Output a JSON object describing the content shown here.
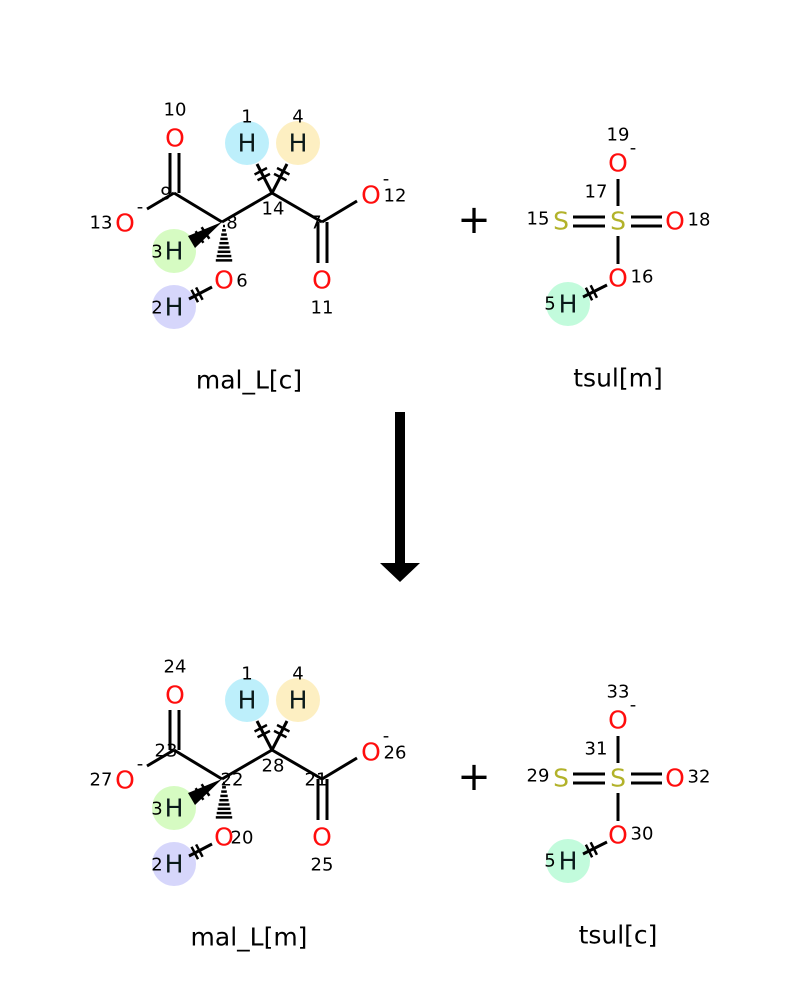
{
  "colors": {
    "oxygen": "#ff0d0d",
    "sulfur": "#b2b22a",
    "hydrogen": "#0a1a1a",
    "h1": "#bdeffb",
    "h4": "#fdefc2",
    "h3": "#d6fbc2",
    "h2": "#d6d6fb",
    "h5": "#c2fbdc"
  },
  "plus": "+",
  "molecules": [
    {
      "type": "mal",
      "name": "mal_L[c]",
      "charge": "-",
      "atoms": {
        "oTop": {
          "sym": "O",
          "num": "10"
        },
        "oLeft": {
          "sym": "O",
          "num": "13"
        },
        "oRight": {
          "sym": "O",
          "num": "12"
        },
        "oBot": {
          "sym": "O",
          "num": "11"
        },
        "oOH": {
          "sym": "O",
          "num": "6"
        },
        "hA": {
          "sym": "H",
          "num": "1"
        },
        "hB": {
          "sym": "H",
          "num": "4"
        },
        "hC": {
          "sym": "H",
          "num": "3"
        },
        "hD": {
          "sym": "H",
          "num": "2"
        },
        "cA": {
          "num": "9"
        },
        "cB": {
          "num": "8"
        },
        "cC": {
          "num": "14"
        },
        "cD": {
          "num": "7"
        }
      }
    },
    {
      "type": "tsul",
      "name": "tsul[m]",
      "charge": "-",
      "atoms": {
        "sL": {
          "sym": "S",
          "num": "15"
        },
        "sC": {
          "sym": "S",
          "num": "17"
        },
        "oR": {
          "sym": "O",
          "num": "18"
        },
        "oT": {
          "sym": "O",
          "num": "19"
        },
        "oB": {
          "sym": "O",
          "num": "16"
        },
        "h": {
          "sym": "H",
          "num": "5"
        }
      }
    },
    {
      "type": "mal",
      "name": "mal_L[m]",
      "charge": "-",
      "atoms": {
        "oTop": {
          "sym": "O",
          "num": "24"
        },
        "oLeft": {
          "sym": "O",
          "num": "27"
        },
        "oRight": {
          "sym": "O",
          "num": "26"
        },
        "oBot": {
          "sym": "O",
          "num": "25"
        },
        "oOH": {
          "sym": "O",
          "num": "20"
        },
        "hA": {
          "sym": "H",
          "num": "1"
        },
        "hB": {
          "sym": "H",
          "num": "4"
        },
        "hC": {
          "sym": "H",
          "num": "3"
        },
        "hD": {
          "sym": "H",
          "num": "2"
        },
        "cA": {
          "num": "23"
        },
        "cB": {
          "num": "22"
        },
        "cC": {
          "num": "28"
        },
        "cD": {
          "num": "21"
        }
      }
    },
    {
      "type": "tsul",
      "name": "tsul[c]",
      "charge": "-",
      "atoms": {
        "sL": {
          "sym": "S",
          "num": "29"
        },
        "sC": {
          "sym": "S",
          "num": "31"
        },
        "oR": {
          "sym": "O",
          "num": "32"
        },
        "oT": {
          "sym": "O",
          "num": "33"
        },
        "oB": {
          "sym": "O",
          "num": "30"
        },
        "h": {
          "sym": "H",
          "num": "5"
        }
      }
    }
  ]
}
